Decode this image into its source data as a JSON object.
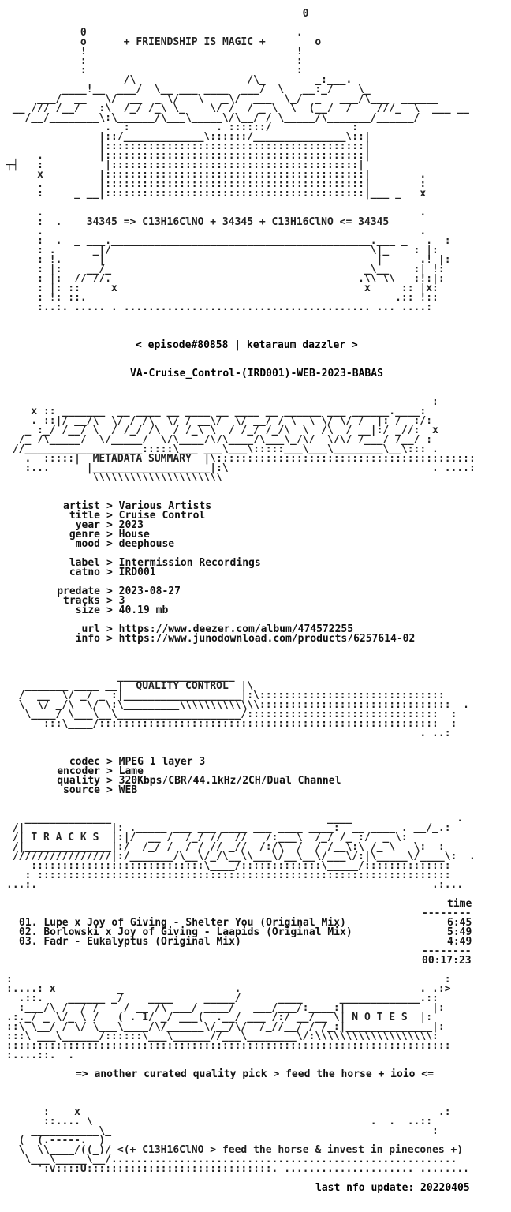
{
  "banner": {
    "title": "+ FRIENDSHIP IS MAGIC +",
    "formula": "34345 => C13H16ClNO + 34345 + C13H16ClNO <= 34345"
  },
  "episode_line": "< episode#80858 | ketaraum dazzler >",
  "release_name": "VA-Cruise_Control-(IRD001)-WEB-2023-BABAS",
  "metadata": {
    "section_title": "METADATA SUMMARY",
    "artist_label": "artist",
    "artist": "Various Artists",
    "title_label": "title",
    "title": "Cruise Control",
    "year_label": "year",
    "year": "2023",
    "genre_label": "genre",
    "genre": "House",
    "mood_label": "mood",
    "mood": "deephouse",
    "label_label": "label",
    "label": "Intermission Recordings",
    "catno_label": "catno",
    "catno": "IRD001",
    "predate_label": "predate",
    "predate": "2023-08-27",
    "tracks_label": "tracks",
    "tracks": "3",
    "size_label": "size",
    "size": "40.19 mb",
    "url_label": "url",
    "url": "https://www.deezer.com/album/474572255",
    "info_label": "info",
    "info": "https://www.junodownload.com/products/6257614-02"
  },
  "quality": {
    "section_title": "QUALITY CONTROL",
    "codec_label": "codec",
    "codec": "MPEG 1 layer 3",
    "encoder_label": "encoder",
    "encoder": "Lame",
    "quality_label": "quality",
    "quality": "320Kbps/CBR/44.1kHz/2CH/Dual Channel",
    "source_label": "source",
    "source": "WEB"
  },
  "tracks": {
    "section_title": "T R A C K S",
    "time_header": "time",
    "list": [
      {
        "num": "01.",
        "name": "Lupe x Joy of Giving - Shelter You (Original Mix)",
        "time": "6:45"
      },
      {
        "num": "02.",
        "name": "Borlowski x Joy of Giving - Laapids (Original Mix)",
        "time": "5:49"
      },
      {
        "num": "03.",
        "name": "Fadr - Eukalyptus (Original Mix)",
        "time": "4:49"
      }
    ],
    "total": "00:17:23"
  },
  "notes": {
    "section_title": "N O T E S",
    "text": "=> another curated quality pick > feed the horse + ioio <="
  },
  "footer": {
    "tagline": "<(+ C13H16ClNO > feed the horse & invest in pinecones +)",
    "last_update": "last nfo update: 20220405"
  }
}
